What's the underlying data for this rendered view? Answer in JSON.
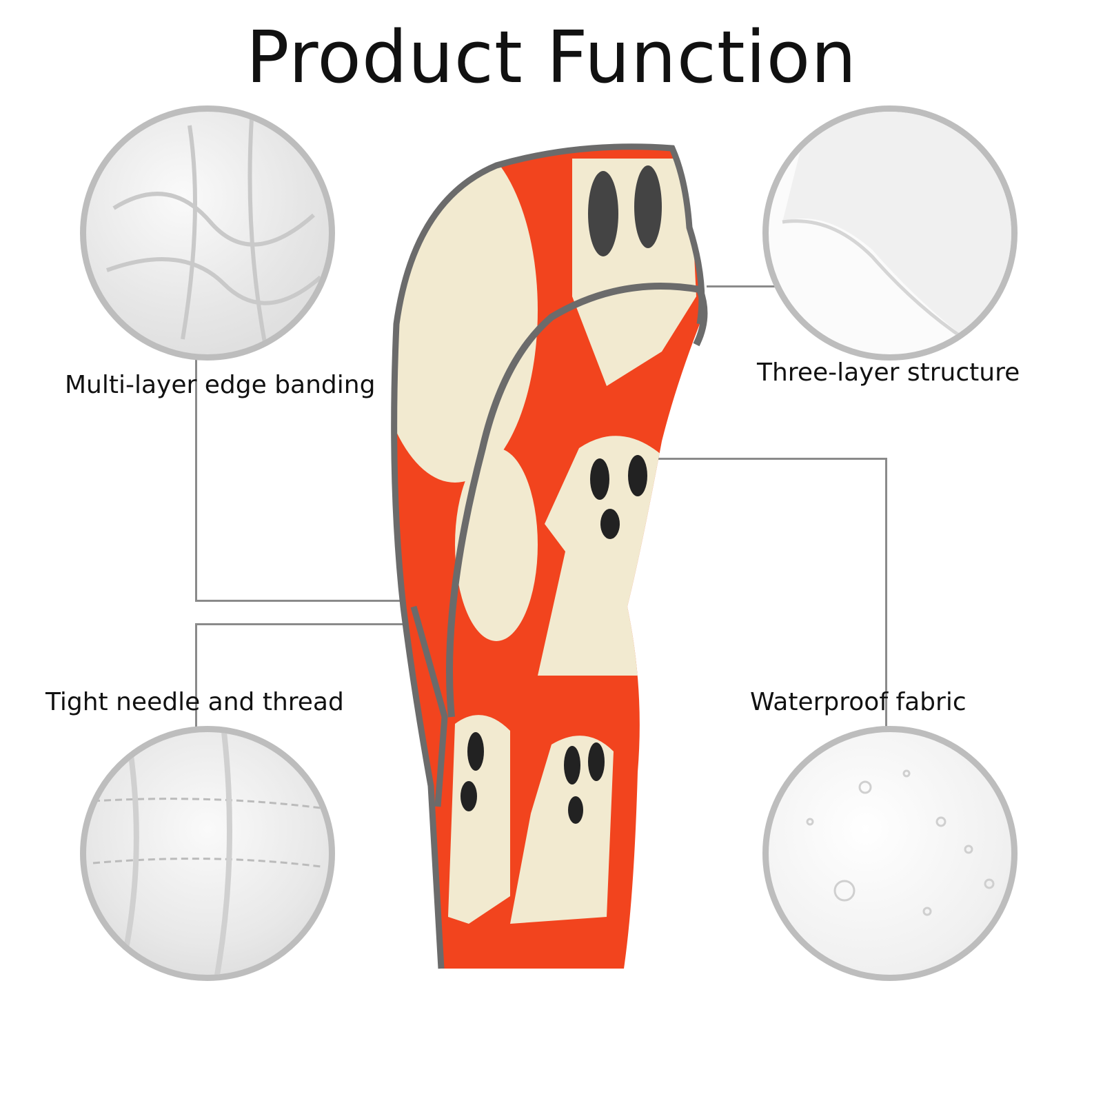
{
  "title": "Product Function",
  "features": [
    {
      "label": "Multi-layer edge banding",
      "icon": "fabric-fold-closeup"
    },
    {
      "label": "Three-layer structure",
      "icon": "layered-edge-closeup"
    },
    {
      "label": "Tight needle and thread",
      "icon": "stitching-closeup"
    },
    {
      "label": "Waterproof fabric",
      "icon": "water-droplets-closeup"
    }
  ],
  "colors": {
    "accent": "#f2441e",
    "cream": "#f2ead0",
    "border": "#6b6b6b",
    "circle_border": "#bdbdbd"
  }
}
